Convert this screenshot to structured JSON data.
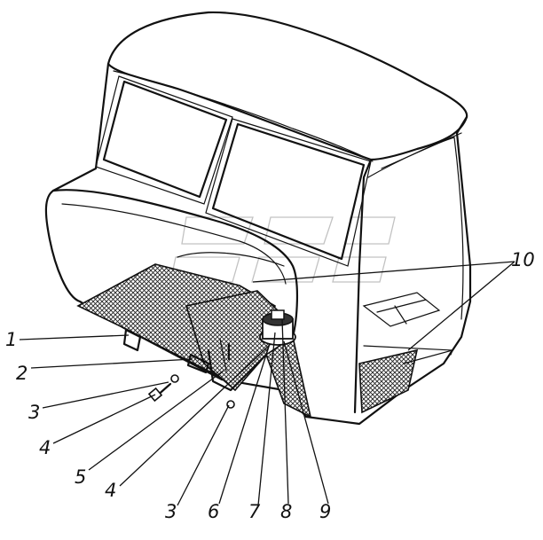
{
  "figure": {
    "subject": "truck-cab-assembly-drawing",
    "callouts": [
      "1",
      "2",
      "3",
      "4",
      "5",
      "4",
      "3",
      "6",
      "7",
      "8",
      "9",
      "10"
    ]
  }
}
